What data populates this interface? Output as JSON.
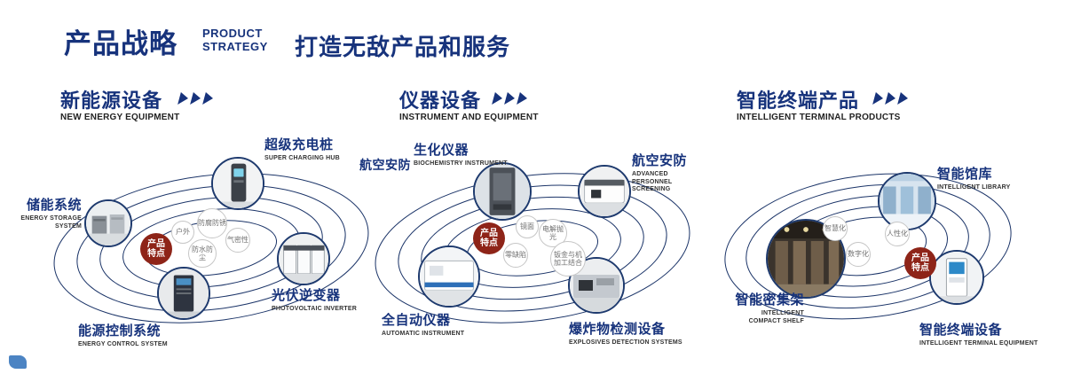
{
  "colors": {
    "navy": "#17337c",
    "badge_red": "#8e2418",
    "ring": "#1b3468"
  },
  "icons": {
    "section_arrow": "triple-right-arrow-icon",
    "corner_logo": "blue-logo-mark"
  },
  "header": {
    "title": "产品战略",
    "subtitle": [
      "PRODUCT",
      "STRATEGY"
    ],
    "tagline": "打造无敌产品和服务"
  },
  "sections": [
    {
      "title": "新能源设备",
      "subtitle": "NEW ENERGY EQUIPMENT",
      "badge": "产品特点",
      "nodes": [
        {
          "label": "储能系统",
          "sublabel": "ENERGY STORAGE SYSTEM"
        },
        {
          "label": "超级充电桩",
          "sublabel": "SUPER CHARGING HUB"
        },
        {
          "label": "光伏逆变器",
          "sublabel": "PHOTOVOLTAIC INVERTER"
        },
        {
          "label": "能源控制系统",
          "sublabel": "ENERGY CONTROL SYSTEM"
        }
      ],
      "features": [
        "户外",
        "防腐防锈",
        "气密性",
        "防水防尘"
      ]
    },
    {
      "title": "仪器设备",
      "subtitle": "INSTRUMENT AND EQUIPMENT",
      "badge": "产品特点",
      "side_label": "航空安防",
      "nodes": [
        {
          "label": "生化仪器",
          "sublabel": "BIOCHEMISTRY INSTRUMENT"
        },
        {
          "label": "航空安防",
          "sublabel": "ADVANCED PERSONNEL SCREENING"
        },
        {
          "label": "全自动仪器",
          "sublabel": "AUTOMATIC INSTRUMENT"
        },
        {
          "label": "爆炸物检测设备",
          "sublabel": "EXPLOSIVES DETECTION SYSTEMS"
        }
      ],
      "features": [
        "镜面",
        "电解抛光",
        "零缺陷",
        "钣金与机加工结合"
      ]
    },
    {
      "title": "智能终端产品",
      "subtitle": "INTELLIGENT TERMINAL PRODUCTS",
      "badge": "产品特点",
      "nodes": [
        {
          "label": "智能馆库",
          "sublabel": "INTELLIGENT LIBRARY"
        },
        {
          "label": "智能密集架",
          "sublabel": "INTELLIGENT COMPACT SHELF"
        },
        {
          "label": "智能终端设备",
          "sublabel": "INTELLIGENT TERMINAL EQUIPMENT"
        }
      ],
      "features": [
        "智慧化",
        "人性化",
        "数字化"
      ]
    }
  ]
}
